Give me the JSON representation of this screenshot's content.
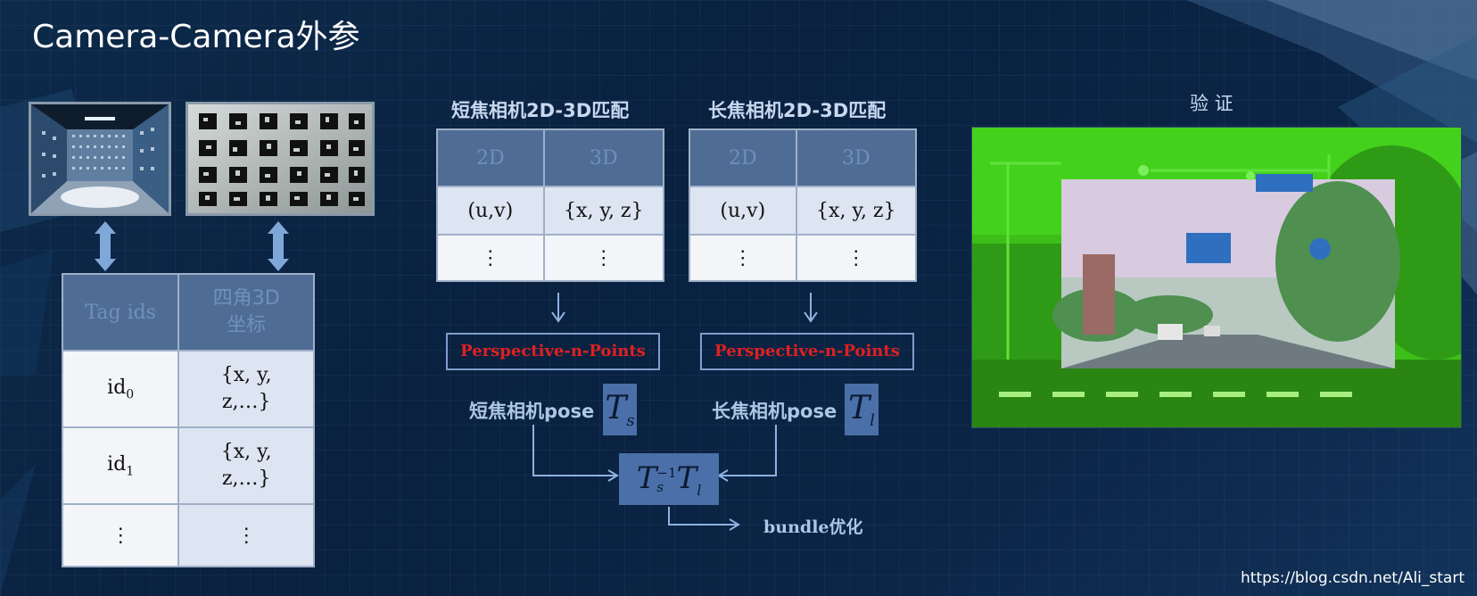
{
  "title": "Camera-Camera外参",
  "left": {
    "table": {
      "headers": [
        "Tag ids",
        "四角3D坐标"
      ],
      "rows": [
        {
          "id_base": "id",
          "id_sub": "0",
          "coord_line1": "{x, y,",
          "coord_line2": "z,…}"
        },
        {
          "id_base": "id",
          "id_sub": "1",
          "coord_line1": "{x, y,",
          "coord_line2": "z,…}"
        },
        {
          "id_base": "⋮",
          "id_sub": "",
          "coord_line1": "⋮",
          "coord_line2": ""
        }
      ]
    }
  },
  "short": {
    "title": "短焦相机2D-3D匹配",
    "headers": [
      "2D",
      "3D"
    ],
    "rows": [
      [
        "(u,v)",
        "{x, y, z}"
      ],
      [
        "⋮",
        "⋮"
      ]
    ],
    "pnp_label": "Perspective-n-Points",
    "pose_label": "短焦相机pose",
    "pose_symbol": "T",
    "pose_sub": "s"
  },
  "long": {
    "title": "长焦相机2D-3D匹配",
    "headers": [
      "2D",
      "3D"
    ],
    "rows": [
      [
        "(u,v)",
        "{x, y, z}"
      ],
      [
        "⋮",
        "⋮"
      ]
    ],
    "pnp_label": "Perspective-n-Points",
    "pose_label": "长焦相机pose",
    "pose_symbol": "T",
    "pose_sub": "l"
  },
  "combine": {
    "t1": "T",
    "t1_sub": "s",
    "t1_sup": "−1",
    "t2": "T",
    "t2_sub": "l",
    "bundle_label": "bundle优化"
  },
  "verify": {
    "title": "验 证"
  },
  "watermark": "https://blog.csdn.net/Ali_start",
  "colors": {
    "accent": "#4b6fa8",
    "pnp_text": "#e02020",
    "overlay_green": "#3bd11c"
  }
}
